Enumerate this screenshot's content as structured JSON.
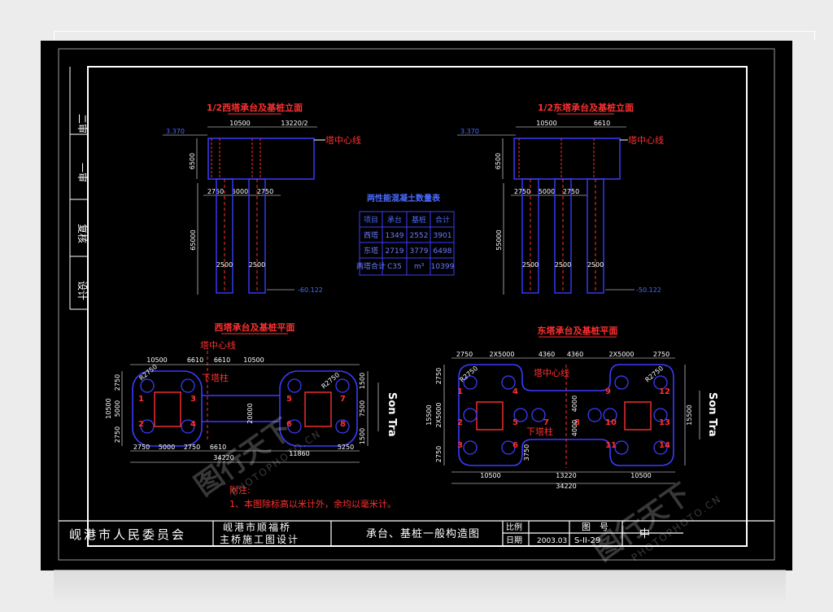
{
  "sheet": {
    "side_labels": [
      "二审",
      "一审",
      "复核",
      "设计"
    ],
    "west_elevation": {
      "title": "1/2西塔承台及基桩立面",
      "elev_top": "3.370",
      "tower_line": "塔中心线",
      "dims_top": [
        "10500",
        "13220/2"
      ],
      "dim_height": "6500",
      "dims_mid": [
        "2750",
        "5000",
        "2750"
      ],
      "dim_pile": "65000",
      "pile_dia": [
        "2500",
        "2500"
      ],
      "elev_bottom": "-60.122"
    },
    "east_elevation": {
      "title": "1/2东塔承台及基桩立面",
      "elev_top": "3.370",
      "tower_line": "塔中心线",
      "dims_top": [
        "10500",
        "6610"
      ],
      "dim_height": "6500",
      "dims_mid": [
        "2750",
        "5000",
        "2750"
      ],
      "dim_pile": "55000",
      "pile_dia": [
        "2500",
        "2500",
        "2500"
      ],
      "elev_bottom": "-50.122"
    },
    "table": {
      "title": "两性能混凝土数量表",
      "header": [
        "项目",
        "承台",
        "基桩",
        "合计"
      ],
      "rows": [
        [
          "西塔",
          "1349",
          "2552",
          "3901"
        ],
        [
          "东塔",
          "2719",
          "3779",
          "6498"
        ],
        [
          "两塔合计",
          "C35",
          "m³",
          "10399"
        ]
      ]
    },
    "west_plan": {
      "title": "西塔承台及基桩平面",
      "tower_line": "塔中心线",
      "lower_column": "下塔柱",
      "dims_top": [
        "10500",
        "6610",
        "6610",
        "10500"
      ],
      "dims_bottom": [
        "2750",
        "5000",
        "2750",
        "6610",
        "11860",
        "5250"
      ],
      "total": "34220",
      "left_dims": [
        "2750",
        "5000",
        "2750"
      ],
      "left_total": "10500",
      "right_dims": [
        "1500",
        "7500",
        "1500"
      ],
      "mid_dim": "20000",
      "radius": "R2750",
      "piles": [
        "1",
        "2",
        "3",
        "4",
        "5",
        "6",
        "7",
        "8"
      ],
      "direction": "Son Tra"
    },
    "east_plan": {
      "title": "东塔承台及基桩平面",
      "tower_line": "塔中心线",
      "lower_column": "下塔柱",
      "dims_top": [
        "2750",
        "2X5000",
        "4360",
        "4360",
        "2X5000",
        "2750"
      ],
      "dims_bottom": [
        "10500",
        "13220",
        "10500"
      ],
      "total": "34220",
      "left_dims": [
        "2750",
        "2X5000",
        "2750"
      ],
      "left_total": "15500",
      "right_total": "15500",
      "mid_dims": [
        "4000",
        "4000"
      ],
      "small_dim": "3750",
      "radius": "R2750",
      "piles": [
        "1",
        "2",
        "3",
        "4",
        "5",
        "6",
        "7",
        "8",
        "9",
        "10",
        "11",
        "12",
        "13",
        "14"
      ],
      "direction": "Son Tra"
    },
    "notes": {
      "heading": "附注:",
      "line": "1、本图除标高以米计外，余均以毫米计。"
    },
    "title_block": {
      "org": "岘港市人民委员会",
      "project_line1": "岘港市顺福桥",
      "project_line2": "主桥施工图设计",
      "drawing_name": "承台、基桩一般构造图",
      "scale_label": "比例",
      "date_label": "日期",
      "drawing_no_label": "图　号",
      "date_value": "2003.03",
      "drawing_no": "S-II-29",
      "extra": "中"
    },
    "watermark": {
      "brand": "图行天下",
      "url": "PHOTOPHOTO.CN"
    }
  },
  "colors": {
    "background": "#000000",
    "frame": "#ffffff",
    "red": "#ff3030",
    "blue": "#3b3bff",
    "cyan": "#00d0d0"
  }
}
